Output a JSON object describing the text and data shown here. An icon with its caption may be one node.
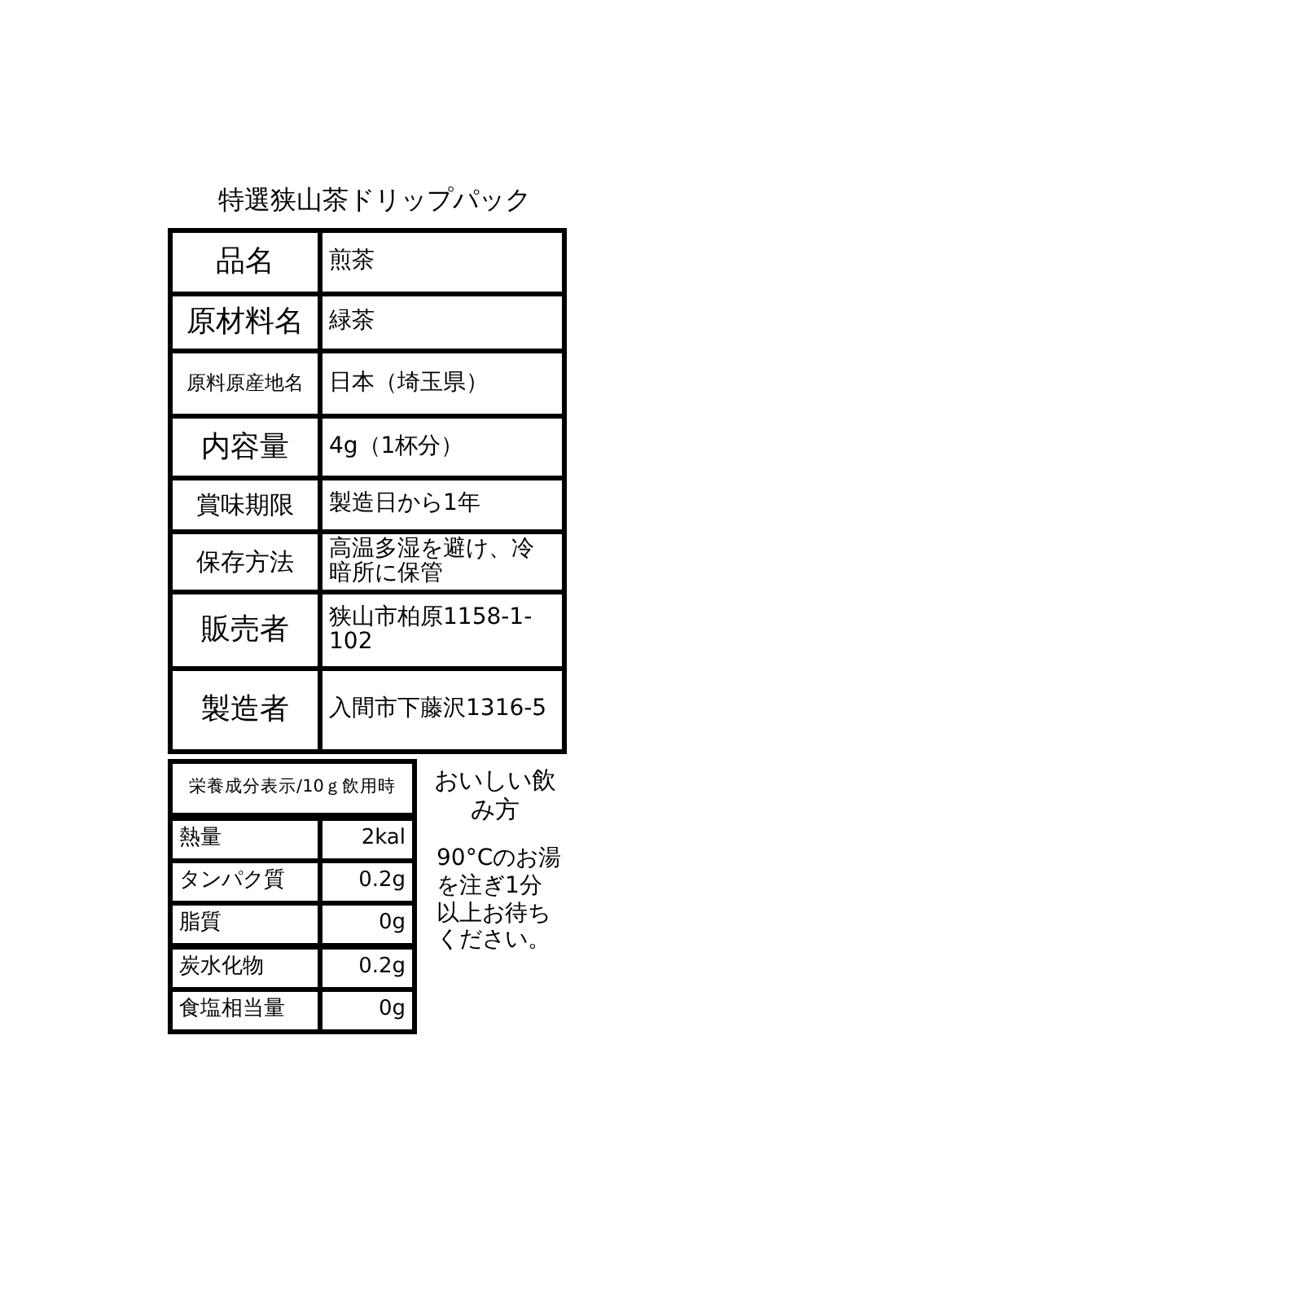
{
  "diagram": {
    "title": "特選狭山茶ドリップパック",
    "labels": [
      "品名",
      "煎茶",
      "原材料名",
      "緑茶",
      "原料原産地名",
      "日本（埼玉県）",
      "内容量",
      "4g（1杯分）",
      "賞味期限",
      "製造日から1年",
      "保存方法",
      "高温多湿を避け、冷暗所に保管",
      "販売者",
      "狭山市柏原1158-1-102",
      "製造者",
      "入間市下藤沢1316-5",
      "栄養成分表示/10ｇ飲用時",
      "熱量",
      "2kal",
      "タンパク質",
      "0.2g",
      "脂質",
      "0g",
      "炭水化物",
      "0.2g",
      "食塩相当量",
      "0g",
      "おいしい飲み方",
      "90°Cのお湯を注ぎ1分以上お待ちください。"
    ]
  }
}
